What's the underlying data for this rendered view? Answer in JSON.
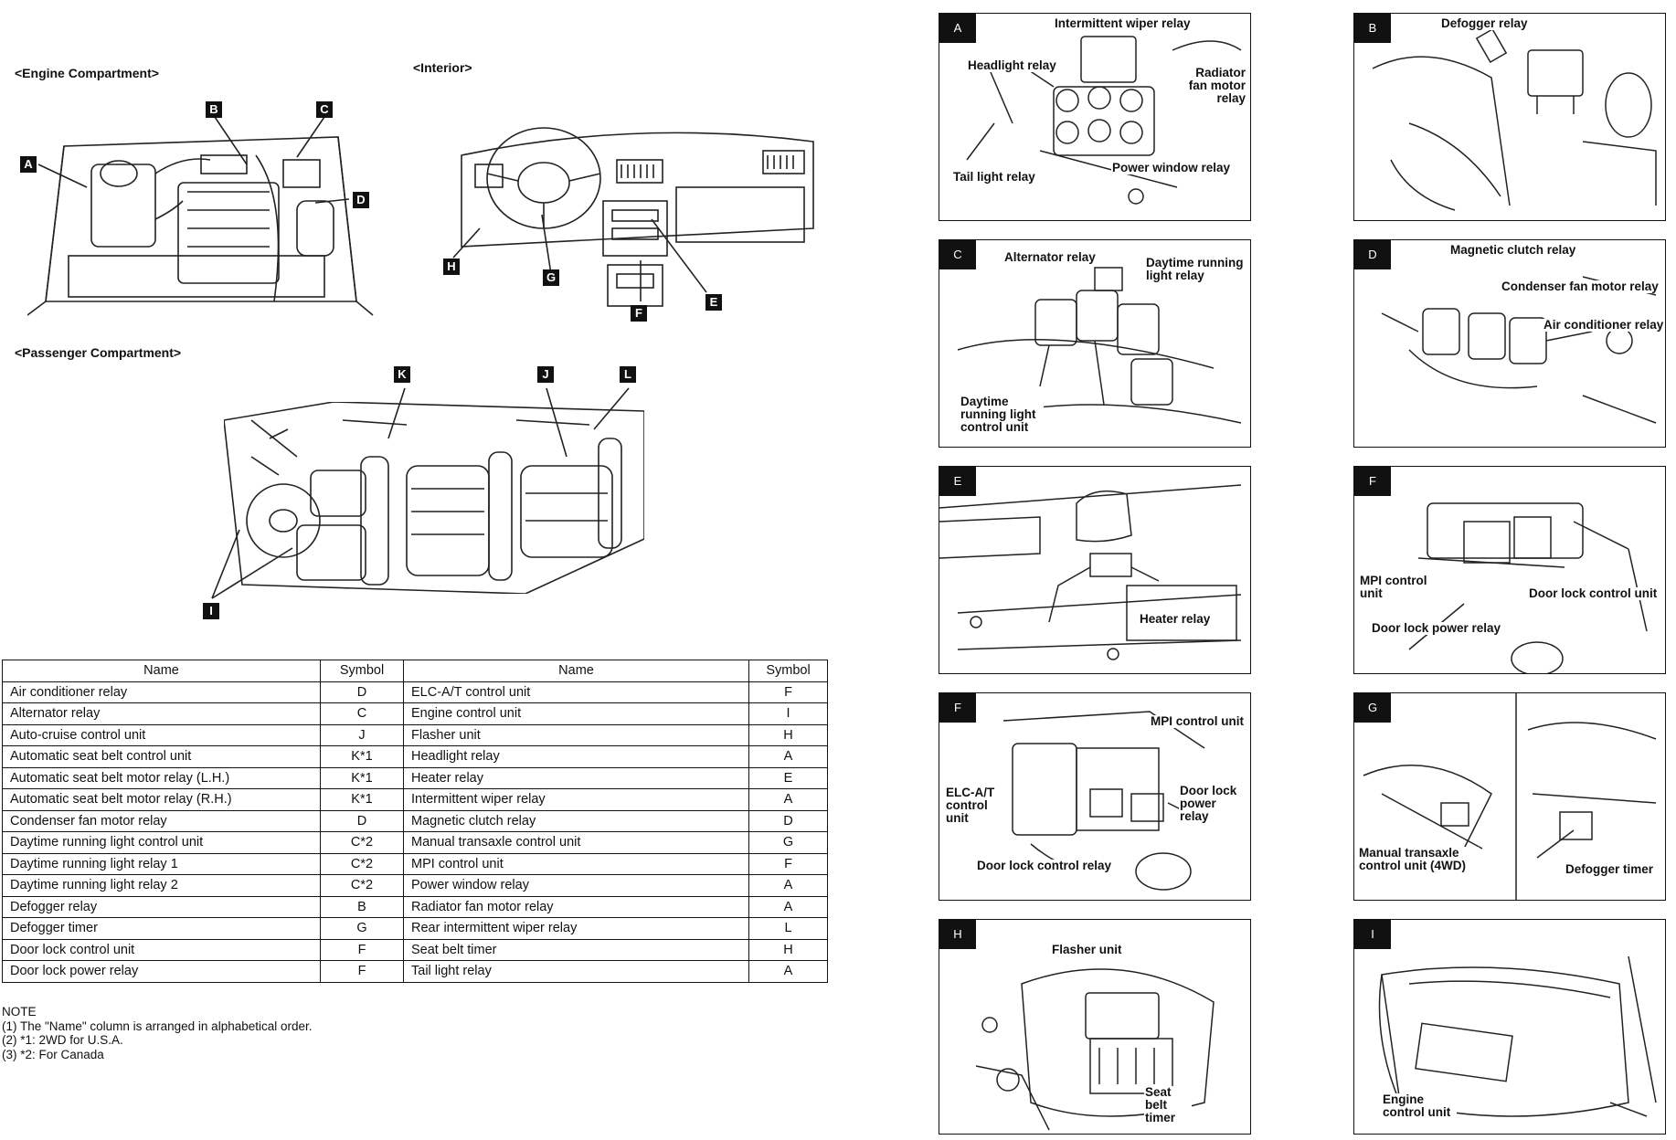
{
  "sections": {
    "engine": "<Engine Compartment>",
    "interior": "<Interior>",
    "passenger": "<Passenger Compartment>"
  },
  "markers": [
    "A",
    "B",
    "C",
    "D",
    "E",
    "F",
    "G",
    "H",
    "I",
    "J",
    "K",
    "L"
  ],
  "table": {
    "headers": [
      "Name",
      "Symbol",
      "Name",
      "Symbol"
    ],
    "rows": [
      {
        "n1": "Air conditioner relay",
        "s1": "D",
        "n2": "ELC-A/T control unit",
        "s2": "F"
      },
      {
        "n1": "Alternator relay",
        "s1": "C",
        "n2": "Engine control unit",
        "s2": "I"
      },
      {
        "n1": "Auto-cruise control unit",
        "s1": "J",
        "n2": "Flasher unit",
        "s2": "H"
      },
      {
        "n1": "Automatic seat belt control unit",
        "s1": "K*1",
        "n2": "Headlight relay",
        "s2": "A"
      },
      {
        "n1": "Automatic seat belt motor relay (L.H.)",
        "s1": "K*1",
        "n2": "Heater relay",
        "s2": "E"
      },
      {
        "n1": "Automatic seat belt motor relay (R.H.)",
        "s1": "K*1",
        "n2": "Intermittent wiper relay",
        "s2": "A"
      },
      {
        "n1": "Condenser fan motor relay",
        "s1": "D",
        "n2": "Magnetic clutch relay",
        "s2": "D"
      },
      {
        "n1": "Daytime running light control unit",
        "s1": "C*2",
        "n2": "Manual transaxle control unit",
        "s2": "G"
      },
      {
        "n1": "Daytime running light relay 1",
        "s1": "C*2",
        "n2": "MPI control unit",
        "s2": "F"
      },
      {
        "n1": "Daytime running light relay 2",
        "s1": "C*2",
        "n2": "Power window relay",
        "s2": "A"
      },
      {
        "n1": "Defogger relay",
        "s1": "B",
        "n2": "Radiator fan motor relay",
        "s2": "A"
      },
      {
        "n1": "Defogger timer",
        "s1": "G",
        "n2": "Rear intermittent wiper relay",
        "s2": "L"
      },
      {
        "n1": "Door lock control unit",
        "s1": "F",
        "n2": "Seat belt timer",
        "s2": "H"
      },
      {
        "n1": "Door lock power relay",
        "s1": "F",
        "n2": "Tail light relay",
        "s2": "A"
      }
    ]
  },
  "notes": {
    "title": "NOTE",
    "items": [
      "(1)  The \"Name\" column is arranged in alphabetical order.",
      "(2)  *1: 2WD for U.S.A.",
      "(3)  *2: For Canada"
    ]
  },
  "panels": [
    {
      "id": "A",
      "labels": [
        "Intermittent wiper relay",
        "Headlight relay",
        "Radiator fan motor relay",
        "Tail light relay",
        "Power window relay"
      ]
    },
    {
      "id": "B",
      "labels": [
        "Defogger relay"
      ]
    },
    {
      "id": "C",
      "labels": [
        "Alternator relay",
        "Daytime running light relay",
        "Daytime running light control unit"
      ]
    },
    {
      "id": "D",
      "labels": [
        "Magnetic clutch relay",
        "Condenser fan motor relay",
        "Air conditioner relay"
      ]
    },
    {
      "id": "E",
      "labels": [
        "Heater relay"
      ]
    },
    {
      "id": "F",
      "labels": [
        "MPI control unit",
        "Door lock control unit",
        "Door lock power relay"
      ]
    },
    {
      "id": "F",
      "labels": [
        "MPI control unit",
        "ELC-A/T control unit",
        "Door lock power relay",
        "Door lock control relay"
      ]
    },
    {
      "id": "G",
      "labels": [
        "Manual transaxle control unit (4WD)",
        "Defogger timer"
      ]
    },
    {
      "id": "H",
      "labels": [
        "Flasher unit",
        "Seat belt timer"
      ]
    },
    {
      "id": "I",
      "labels": [
        "Engine control unit"
      ]
    }
  ]
}
